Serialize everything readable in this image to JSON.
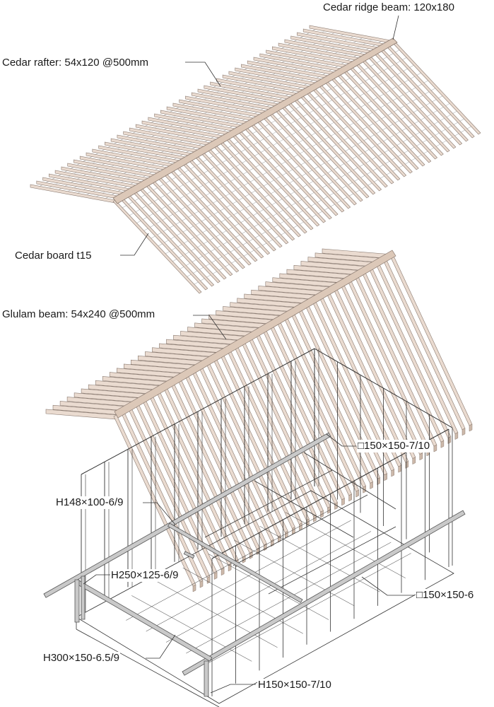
{
  "labels": {
    "ridge_beam": "Cedar ridge beam: 120x180",
    "rafter": "Cedar rafter: 54x120 @500mm",
    "board": "Cedar board t15",
    "glulam": "Glulam beam: 54x240 @500mm",
    "square_tube_top": "□150×150-7/10",
    "h148": "H148×100-6/9",
    "h250": "H250×125-6/9",
    "square_tube_mid": "□150×150-6",
    "h300": "H300×150-6.5/9",
    "h150": "H150×150-7/10"
  },
  "colors": {
    "timber_fill": "#eadbd0",
    "timber_edge": "#8a7a70",
    "steel_fill": "#c9c9c9",
    "steel_edge": "#555555",
    "line": "#333333"
  },
  "counts": {
    "rafters_per_side": 46,
    "glulam_beams_per_side": 40
  }
}
